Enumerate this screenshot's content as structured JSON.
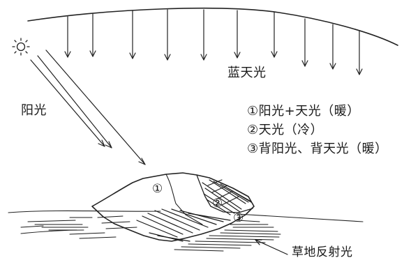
{
  "labels": {
    "skylight": "蓝天光",
    "sunlight": "阳光",
    "grass": "草地反射光"
  },
  "legend": [
    "①阳光+天光（暖）",
    "②天光（冷）",
    "③背阳光、背天光（暖）"
  ],
  "markers": [
    "①",
    "②",
    "③"
  ],
  "icons": {
    "sun": "sun-icon"
  }
}
